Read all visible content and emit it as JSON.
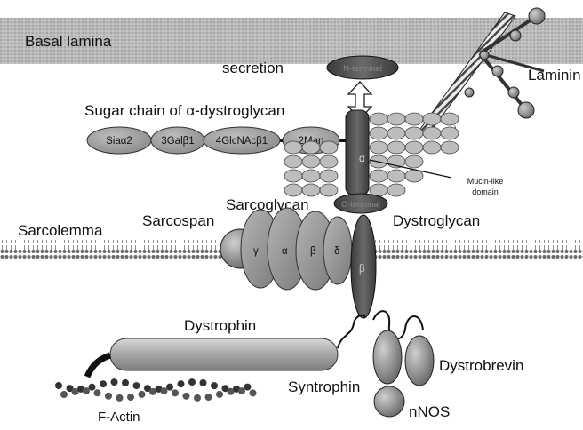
{
  "labels": {
    "basal_lamina": "Basal lamina",
    "secretion": "secretion",
    "n_terminal": "N-terminal",
    "laminin": "Laminin",
    "sugar_chain": "Sugar chain of α-dystroglycan",
    "sugar_units": [
      "Siaα2",
      "3Galβ1",
      "4GlcNAcβ1",
      "2Man"
    ],
    "alpha": "α",
    "mucin_like": "Mucin-like",
    "domain": "domain",
    "sarcoglycan": "Sarcoglycan",
    "c_terminal": "C-terminal",
    "sarcospan": "Sarcospan",
    "dystroglycan": "Dystroglycan",
    "sarcolemma": "Sarcolemma",
    "sarcoglycan_subunits": [
      "γ",
      "α",
      "β",
      "δ"
    ],
    "beta": "β",
    "dystrophin": "Dystrophin",
    "dystrobrevin": "Dystrobrevin",
    "syntrophin": "Syntrophin",
    "nnos": "nNOS",
    "f_actin": "F-Actin"
  }
}
